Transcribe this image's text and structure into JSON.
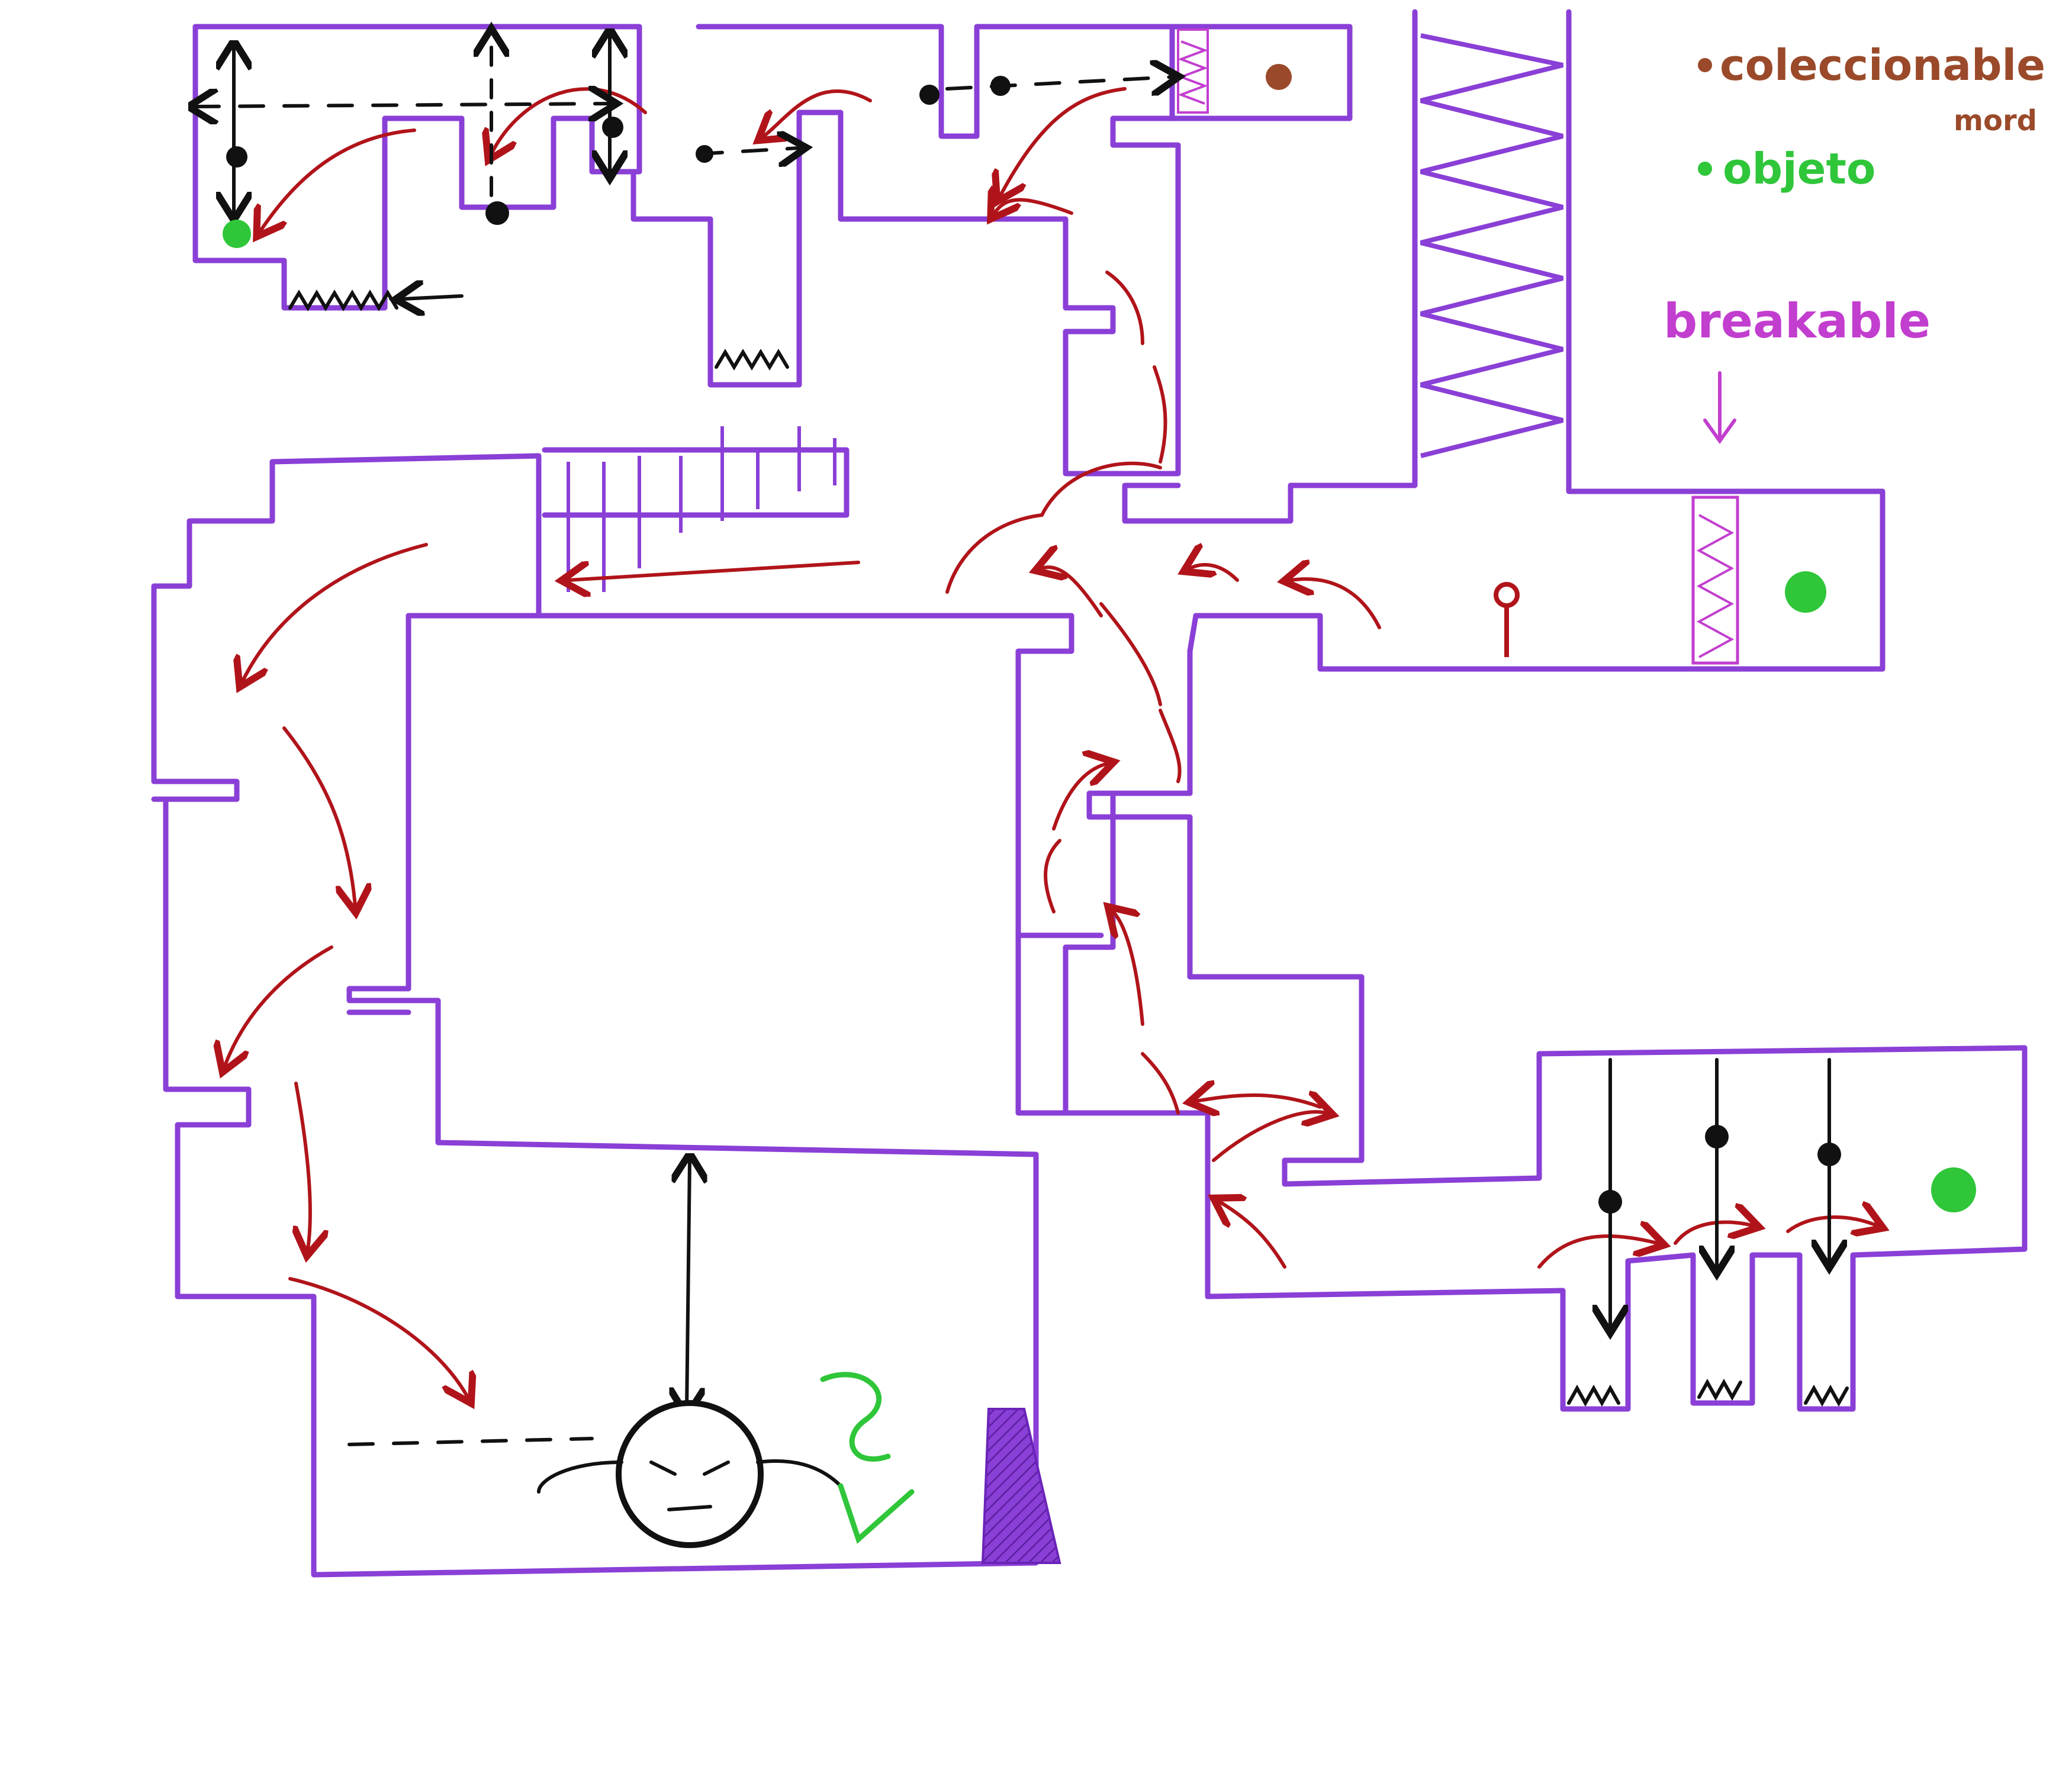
{
  "legend": {
    "collectible_label": "colecciona",
    "collectible_color": "#9a4a2a",
    "collectible_suffix": "ble",
    "collectible_subtext": "mord",
    "object_label": "objeto",
    "object_color": "#2fc63a",
    "breakable_label": "breakable",
    "breakable_color": "#c23ecf"
  },
  "colors": {
    "wall": "#8a3fd6",
    "route": "#b0141a",
    "enemy": "#111111"
  },
  "icons": {
    "enemy": "spider-icon",
    "boss": "boss-face-icon",
    "hazard": "spike-icon",
    "collectible": "brown-dot-icon",
    "object": "green-dot-icon",
    "breakable": "zigzag-wall-icon"
  }
}
